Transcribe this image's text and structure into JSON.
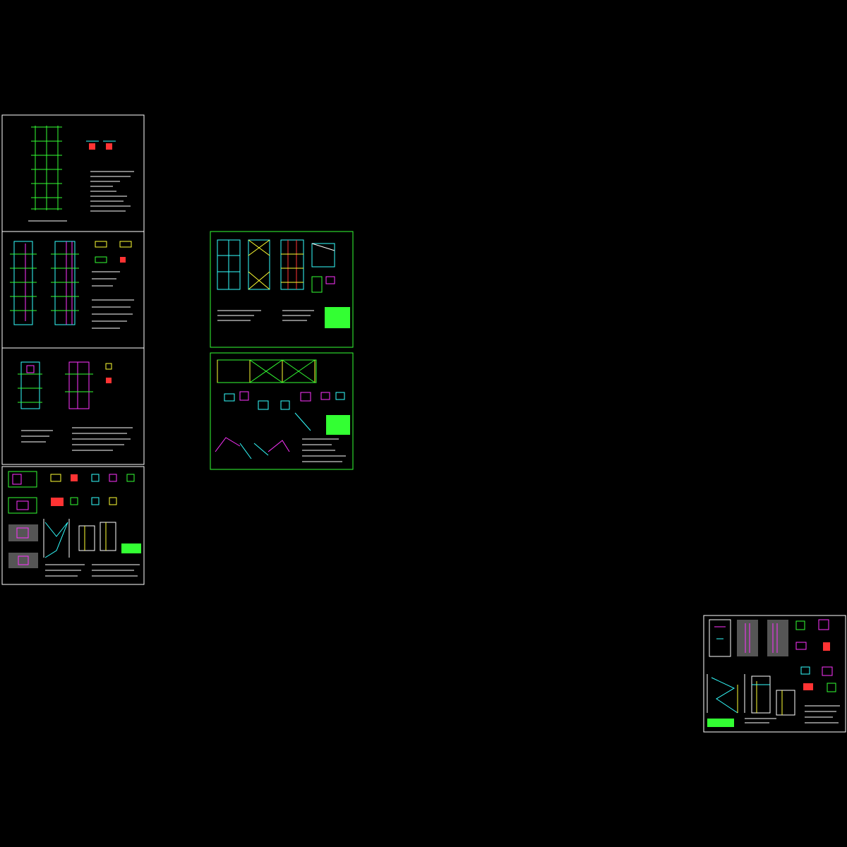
{
  "drawing": {
    "background": "#000000",
    "line_colors": {
      "frame": "#ffffff",
      "frame_alt": "#33ff33",
      "grid": "#33ff33",
      "column": "#33ffff",
      "beam": "#ff33ff",
      "brace": "#ffff33",
      "annotation": "#ffffff",
      "section_fill": "#ff3333"
    }
  },
  "sheets": [
    {
      "id": "sheet-1",
      "kind": "grid-plan"
    },
    {
      "id": "sheet-2",
      "kind": "column-layout"
    },
    {
      "id": "sheet-3",
      "kind": "beam-plan"
    },
    {
      "id": "sheet-4",
      "kind": "stair-details"
    },
    {
      "id": "sheet-5",
      "kind": "frame-elevations"
    },
    {
      "id": "sheet-6",
      "kind": "truss-details"
    },
    {
      "id": "sheet-7",
      "kind": "stair-elevations"
    }
  ]
}
